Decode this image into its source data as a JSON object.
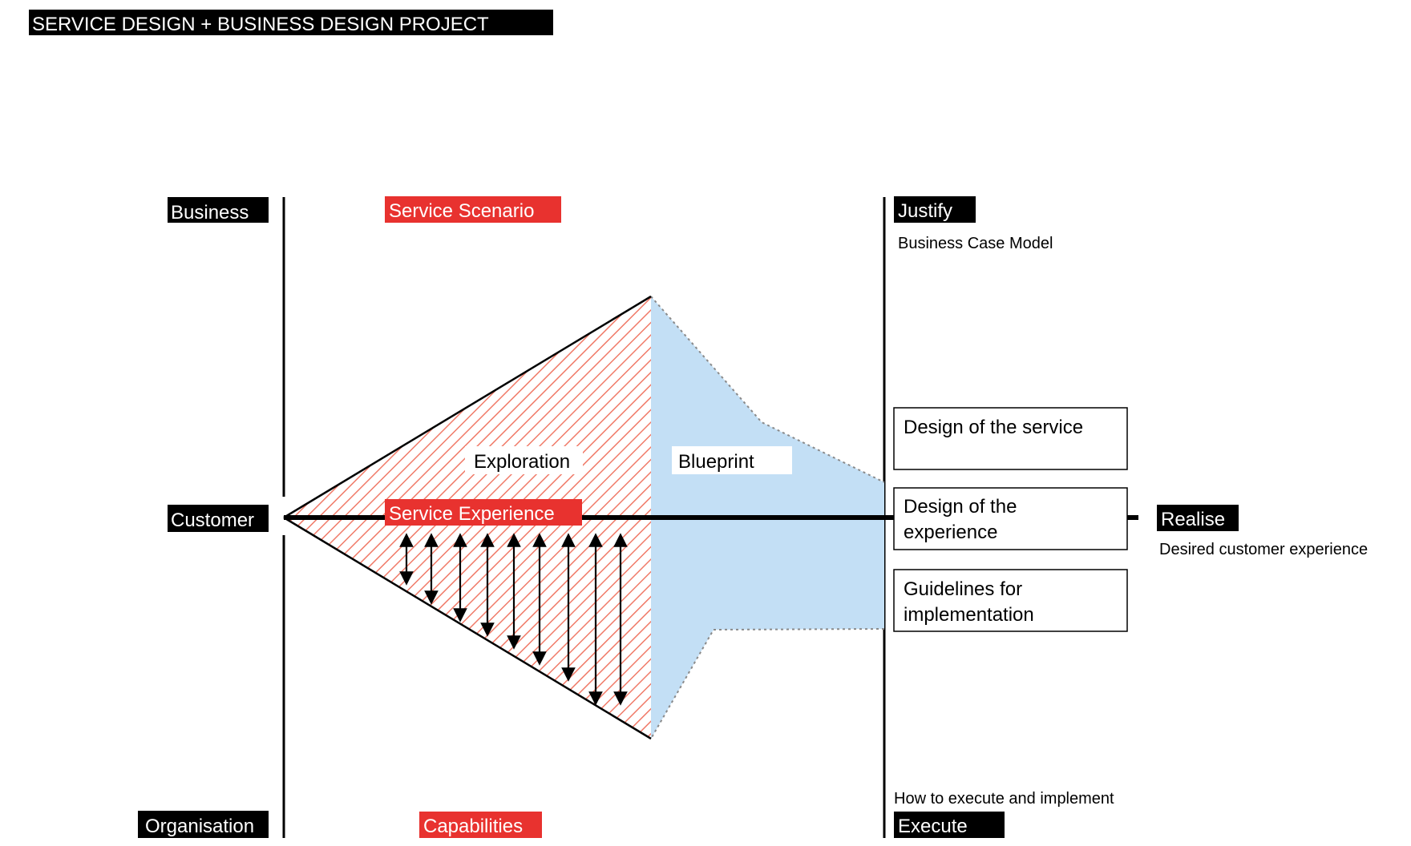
{
  "title": "SERVICE DESIGN + BUSINESS DESIGN PROJECT",
  "axis_labels": {
    "business": "Business",
    "customer": "Customer",
    "organisation": "Organisation"
  },
  "red_labels": {
    "service_scenario": "Service Scenario",
    "service_experience": "Service Experience",
    "capabilities": "Capabilities"
  },
  "phases": {
    "exploration": "Exploration",
    "blueprint": "Blueprint"
  },
  "right_side": {
    "justify": "Justify",
    "business_case_model": "Business Case Model",
    "realise": "Realise",
    "desired_customer_experience": "Desired customer experience",
    "how_to_execute": "How to execute and implement",
    "execute": "Execute"
  },
  "deliverables": [
    [
      "Design of the service"
    ],
    [
      "Design of the",
      "experience"
    ],
    [
      "Guidelines for",
      "implementation"
    ]
  ],
  "colors": {
    "black": "#000000",
    "red": "#e8322f",
    "hatch": "#f07a68",
    "blueprint_blue": "#c3dff5"
  }
}
